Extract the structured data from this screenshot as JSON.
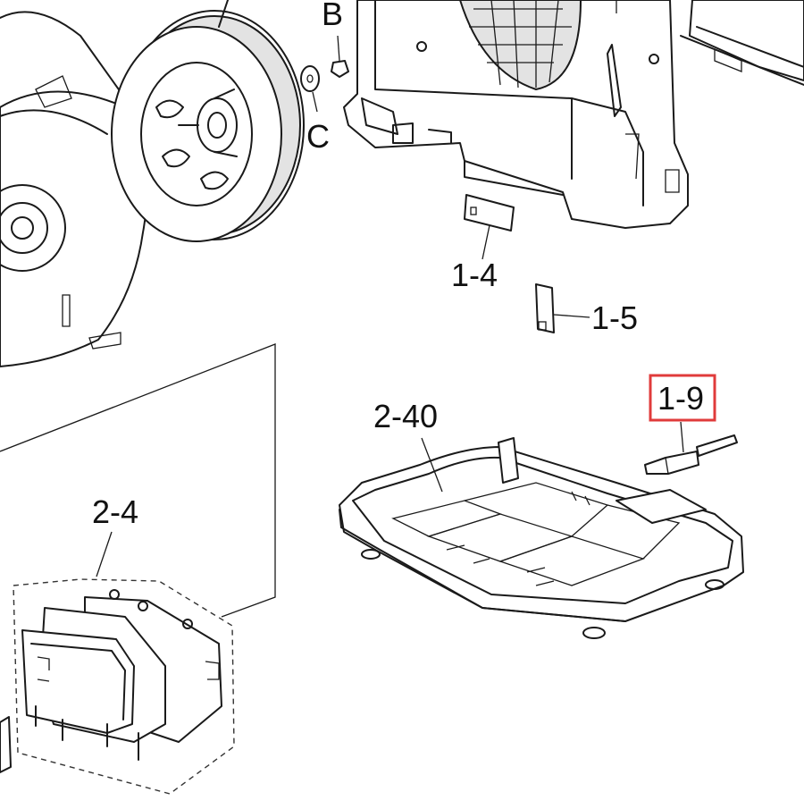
{
  "labels": {
    "b": "B",
    "c": "C",
    "p1_4": "1-4",
    "p1_5": "1-5",
    "p1_9": "1-9",
    "p2_40": "2-40",
    "p2_4": "2-4"
  },
  "highlight": {
    "target": "1-9",
    "color": "#e03b3b"
  }
}
